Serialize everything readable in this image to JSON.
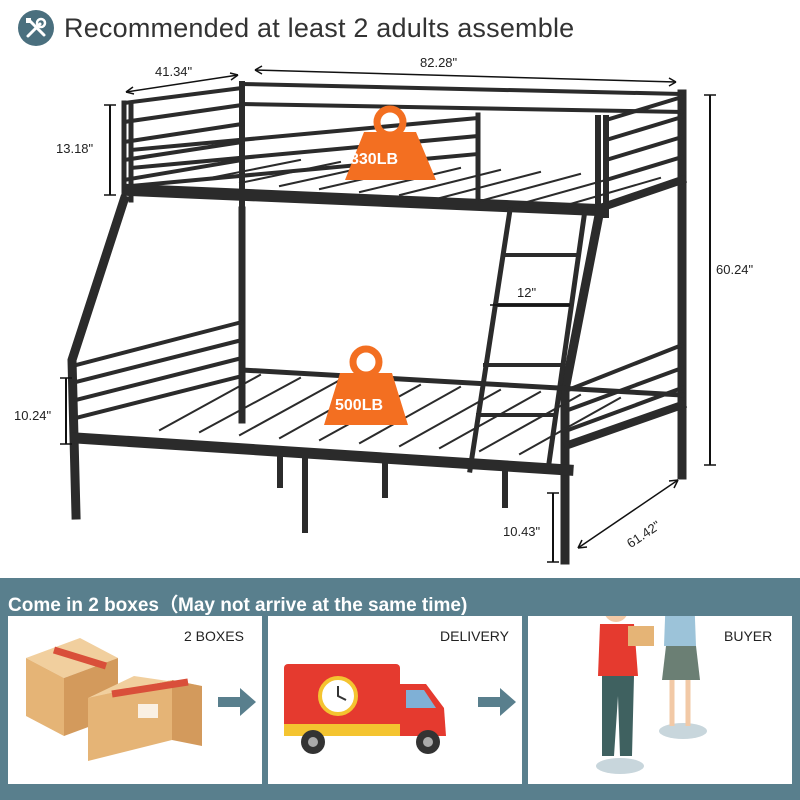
{
  "header": {
    "text": "Recommended at least 2 adults assemble",
    "icon": "tools-icon"
  },
  "dimensions": {
    "depth_top": "41.34\"",
    "length": "82.28\"",
    "guard_top": "13.18\"",
    "total_height": "60.24\"",
    "ladder_width": "12\"",
    "guard_bottom": "10.24\"",
    "under_clearance": "10.43\"",
    "depth_bottom": "61.42\""
  },
  "weights": {
    "top": "330LB",
    "bottom": "500LB"
  },
  "colors": {
    "weight_orange": "#f36f21",
    "panel_teal": "#597f8d",
    "frame": "#2b2b2b"
  },
  "shipping": {
    "title": "Come in 2 boxes（May not arrive at the same time)",
    "steps": [
      {
        "label": "2 BOXES",
        "icon": "boxes-icon"
      },
      {
        "label": "DELIVERY",
        "icon": "truck-icon"
      },
      {
        "label": "BUYER",
        "icon": "delivery-handoff-icon"
      }
    ]
  }
}
